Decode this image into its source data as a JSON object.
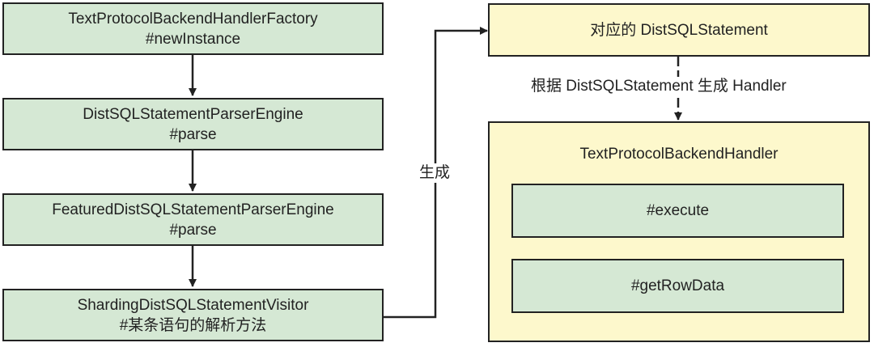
{
  "left_chain": [
    {
      "line1": "TextProtocolBackendHandlerFactory",
      "line2": "#newInstance"
    },
    {
      "line1": "DistSQLStatementParserEngine",
      "line2": "#parse"
    },
    {
      "line1": "FeaturedDistSQLStatementParserEngine",
      "line2": "#parse"
    },
    {
      "line1": "ShardingDistSQLStatementVisitor",
      "line2": "#某条语句的解析方法"
    }
  ],
  "generate_label": "生成",
  "statement_box": "对应的 DistSQLStatement",
  "handler_label": "根据 DistSQLStatement 生成 Handler",
  "handler_box": {
    "title": "TextProtocolBackendHandler",
    "methods": [
      "#execute",
      "#getRowData"
    ]
  },
  "colors": {
    "green_fill": "#d5e8d4",
    "yellow_fill": "#fdf8cc",
    "stroke": "#222222"
  }
}
